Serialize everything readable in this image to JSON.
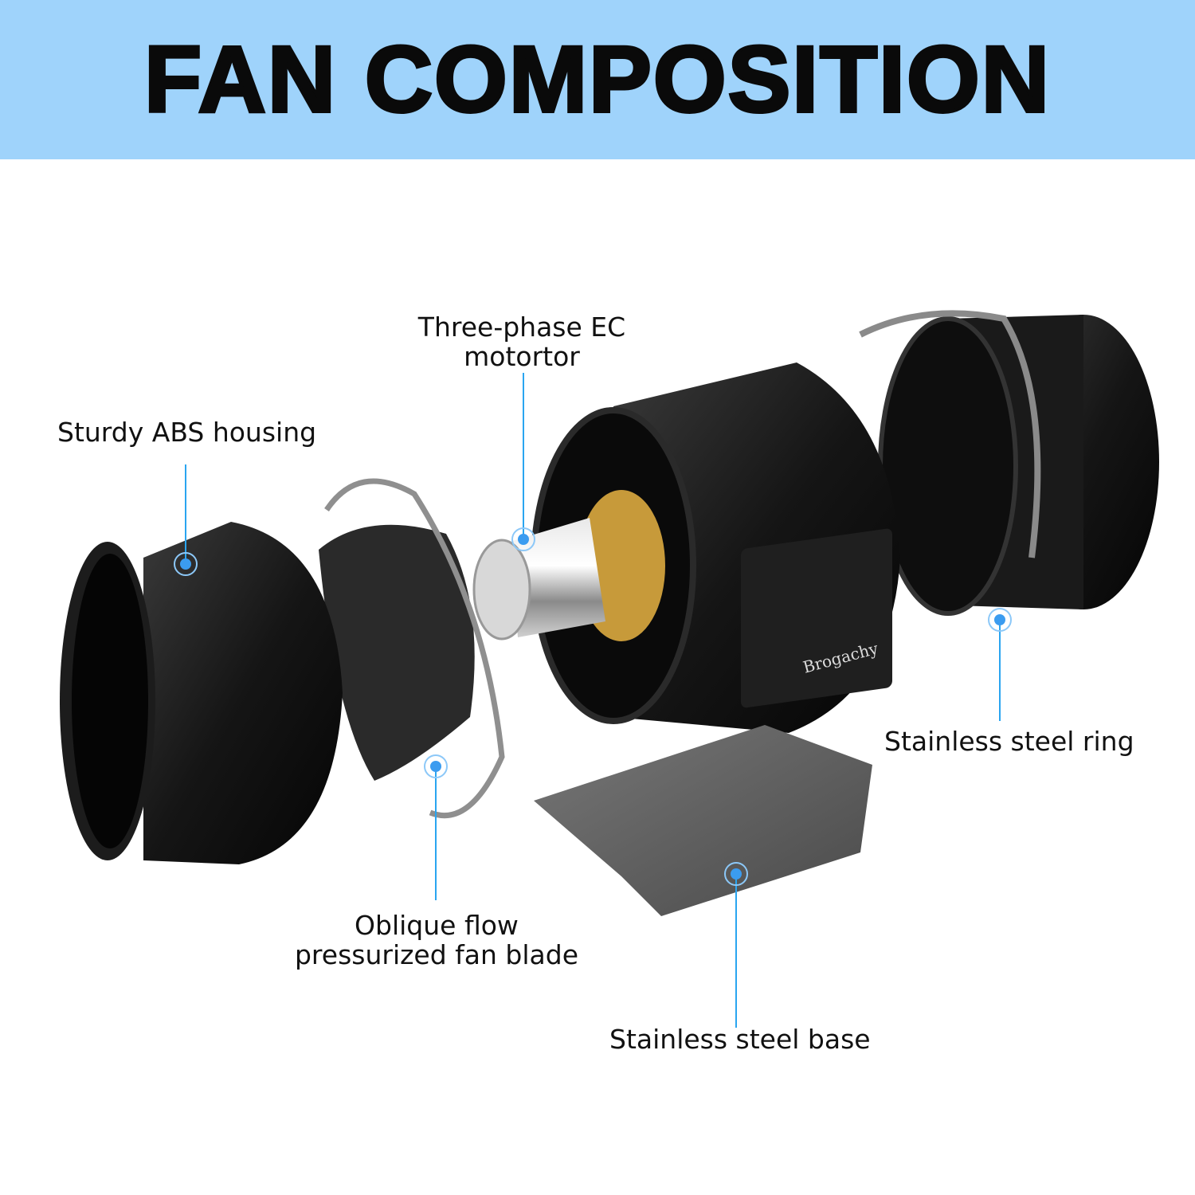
{
  "header": {
    "title": "FAN COMPOSITION",
    "background": "#9fd3fb"
  },
  "brand": "Brogachy",
  "callouts": [
    {
      "id": "motor",
      "lines": [
        "Three-phase EC",
        "motortor"
      ]
    },
    {
      "id": "housing",
      "lines": [
        "Sturdy ABS housing"
      ]
    },
    {
      "id": "blade",
      "lines": [
        "Oblique flow",
        "pressurized fan blade"
      ]
    },
    {
      "id": "ring",
      "lines": [
        "Stainless steel ring"
      ]
    },
    {
      "id": "base",
      "lines": [
        "Stainless steel base"
      ]
    }
  ],
  "colors": {
    "callout_line": "#2aa5f0",
    "callout_dot": "#3b9cf0"
  }
}
